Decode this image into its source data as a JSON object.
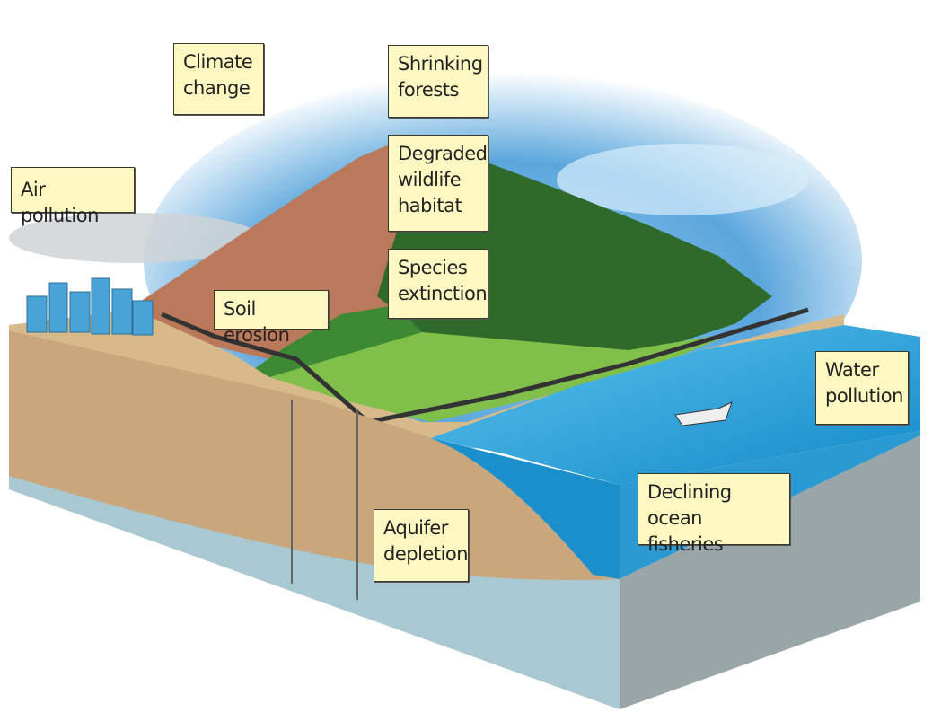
{
  "labels": {
    "climate_change": [
      "Climate",
      "change"
    ],
    "shrinking_forests": [
      "Shrinking",
      "forests"
    ],
    "air_pollution": [
      "Air pollution"
    ],
    "degraded_habitat": [
      "Degraded",
      "wildlife",
      "habitat"
    ],
    "species_extinction": [
      "Species",
      "extinction"
    ],
    "soil_erosion": [
      "Soil erosion"
    ],
    "water_pollution": [
      "Water",
      "pollution"
    ],
    "ocean_fisheries": [
      "Declining ocean",
      "fisheries"
    ],
    "aquifer_depletion": [
      "Aquifer",
      "depletion"
    ]
  },
  "colors": {
    "label_bg": "#fdf8c2",
    "sky": "#5aa6dc",
    "soil": "#c9a67c",
    "hill": "#b9795a",
    "forest": "#2f6a2a",
    "water": "#1e9bd6",
    "rock": "#9aa5a8",
    "aquifer": "#a8c8d2"
  }
}
